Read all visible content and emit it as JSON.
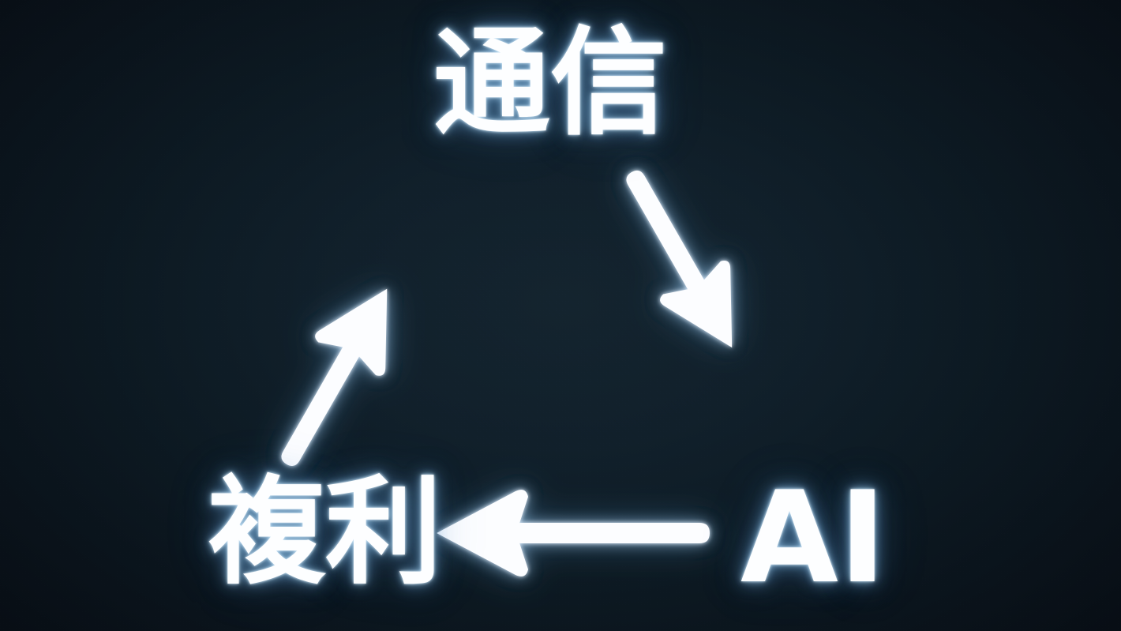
{
  "scene": {
    "title": "Cycle diagram with three Japanese/English nodes",
    "background_color": "#0c1a24",
    "background_corner_color": "#080e15",
    "element_color": "#fcfdff",
    "glow_color": "#a8d5f5"
  },
  "diagram": {
    "type": "cycle",
    "nodes": [
      {
        "id": "top",
        "label": "通信",
        "position": "top-center",
        "language": "ja",
        "meaning": "communication"
      },
      {
        "id": "bottom-right",
        "label": "AI",
        "position": "bottom-right",
        "language": "en",
        "meaning": "artificial intelligence"
      },
      {
        "id": "bottom-left",
        "label": "複利",
        "position": "bottom-left",
        "language": "ja",
        "meaning": "compound interest"
      }
    ],
    "edges": [
      {
        "id": "edge-top-to-ai",
        "from": "top",
        "to": "bottom-right",
        "direction": "down-right",
        "style": "solid-arrow"
      },
      {
        "id": "edge-ai-to-fukuri",
        "from": "bottom-right",
        "to": "bottom-left",
        "direction": "left",
        "style": "solid-arrow"
      },
      {
        "id": "edge-fukuri-to-tsushin",
        "from": "bottom-left",
        "to": "top",
        "direction": "up-right",
        "style": "solid-arrow"
      }
    ]
  }
}
